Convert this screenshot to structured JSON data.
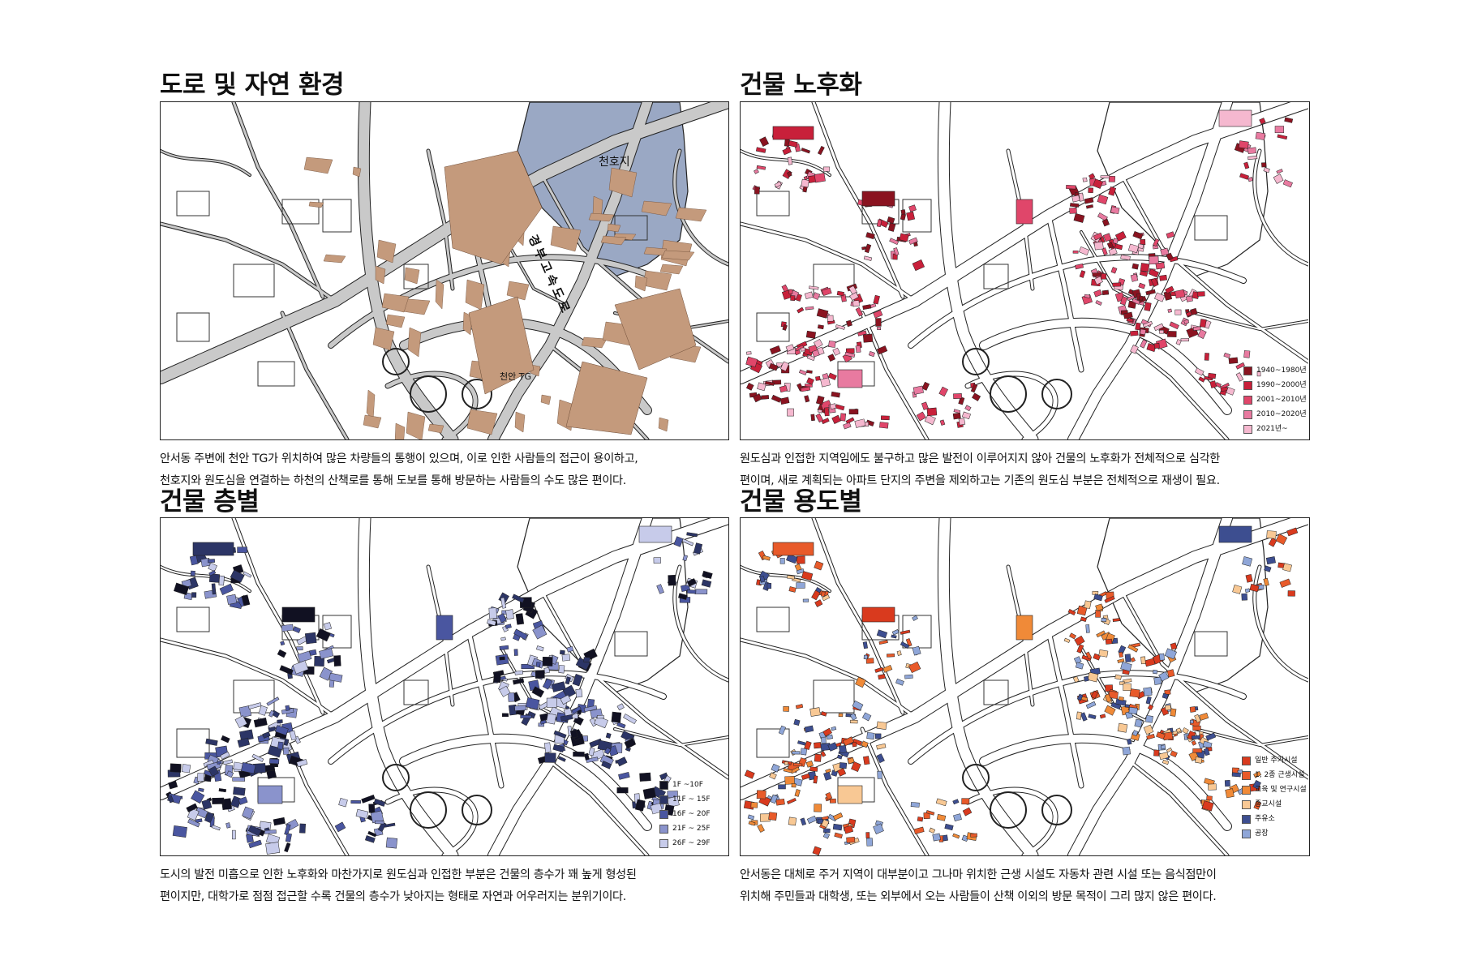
{
  "panels": [
    {
      "title": "도로 및 자연 환경",
      "desc": [
        "안서동  주변에 천안 TG가 위치하여 많은 차량들의 통행이 있으며, 이로 인한 사람들의 접근이 용이하고,",
        "천호지와 원도심을 연결하는 하천의 산책로를 통해 도보를 통해 방문하는 사람들의 수도 많은 편이다."
      ],
      "labels": {
        "lake": "천호지",
        "tollgate": "천안 TG",
        "expressway": "경부고속도로"
      }
    },
    {
      "title": "건물 노후화",
      "desc": [
        "원도심과 인접한 지역임에도 불구하고 많은 발전이 이루어지지 않아 건물의 노후화가 전체적으로 심각한",
        "편이며, 새로 계획되는 아파트 단지의 주변을 제외하고는 기존의 원도심 부분은 전체적으로 재생이 필요."
      ],
      "legend": [
        {
          "label": "1940~1980년",
          "color": "#8a1320"
        },
        {
          "label": "1990~2000년",
          "color": "#c8203a"
        },
        {
          "label": "2001~2010년",
          "color": "#e0466a"
        },
        {
          "label": "2010~2020년",
          "color": "#e87aa0"
        },
        {
          "label": "2021년~",
          "color": "#f5b8cf"
        }
      ]
    },
    {
      "title": "건물 층별",
      "desc": [
        "도시의 발전 미흡으로 인한 노후화와 마찬가지로 원도심과 인접한 부분은 건물의 층수가 꽤 높게 형성된",
        " 편이지만, 대학가로 점점 접근할 수록 건물의 층수가 낮아지는 형태로 자연과 어우러지는 분위기이다."
      ],
      "legend": [
        {
          "label": "1F ~10F",
          "color": "#111122"
        },
        {
          "label": "11F ~ 15F",
          "color": "#2c3566"
        },
        {
          "label": "16F ~ 20F",
          "color": "#4a56a0"
        },
        {
          "label": "21F ~ 25F",
          "color": "#8a93cc"
        },
        {
          "label": "26F ~ 29F",
          "color": "#c7cbea"
        }
      ]
    },
    {
      "title": "건물 용도별",
      "desc": [
        "안서동은 대체로 주거 지역이 대부분이고  그나마 위치한 근생 시설도 자동차 관련 시설 또는 음식점만이",
        "위치해 주민들과 대학생, 또는 외부에서 오는 사람들이 산책 이외의 방문 목적이 그리 많지 않은 편이다."
      ],
      "legend": [
        {
          "label": "일반 주거시설",
          "color": "#d93a1e"
        },
        {
          "label": "1, 2종 근생시설",
          "color": "#e85a2a"
        },
        {
          "label": "교육 및 연구시설",
          "color": "#f08a38"
        },
        {
          "label": "종교시설",
          "color": "#f8c894"
        },
        {
          "label": "주유소",
          "color": "#3d4e90"
        },
        {
          "label": "공장",
          "color": "#8fa6d8"
        }
      ]
    }
  ],
  "colors": {
    "road_fill": "#c9c9c9",
    "road_line": "#222222",
    "lake": "#9aa8c4",
    "farmland": "#c49a7c"
  }
}
